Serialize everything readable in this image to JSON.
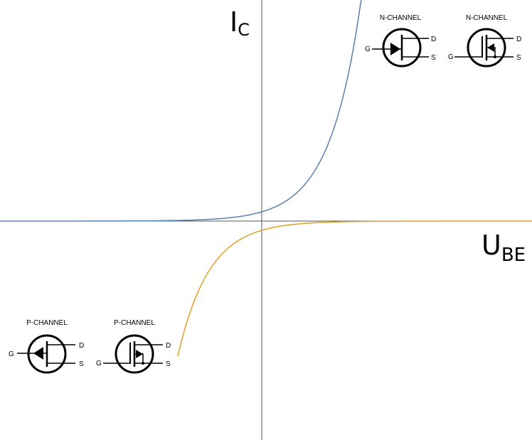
{
  "axes": {
    "y_label_main": "I",
    "y_label_sub": "C",
    "x_label_main": "U",
    "x_label_sub": "BE"
  },
  "colors": {
    "n_curve": "#5b7fb0",
    "p_curve": "#e0a025",
    "axis": "#555555",
    "symbol": "#000000"
  },
  "symbols": {
    "n_channel_jfet": {
      "title": "N-CHANNEL",
      "gate": "G",
      "drain": "D",
      "source": "S"
    },
    "n_channel_mosfet": {
      "title": "N-CHANNEL",
      "gate": "G",
      "drain": "D",
      "source": "S"
    },
    "p_channel_jfet": {
      "title": "P-CHANNEL",
      "gate": "G",
      "drain": "D",
      "source": "S"
    },
    "p_channel_mosfet": {
      "title": "P-CHANNEL",
      "gate": "G",
      "drain": "D",
      "source": "S"
    }
  }
}
